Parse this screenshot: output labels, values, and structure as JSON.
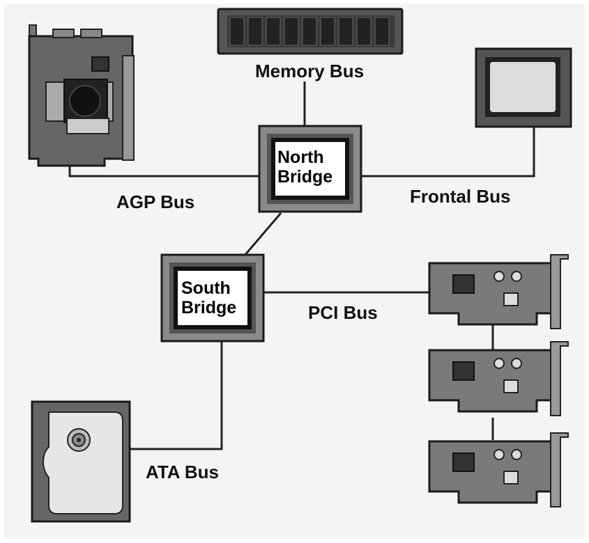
{
  "diagram": {
    "background": "#f4f4f4",
    "labels": {
      "memory_bus": "Memory Bus",
      "agp_bus": "AGP Bus",
      "frontal_bus": "Frontal Bus",
      "pci_bus": "PCI Bus",
      "ata_bus": "ATA Bus"
    },
    "north_bridge": {
      "line1": "North",
      "line2": "Bridge"
    },
    "south_bridge": {
      "line1": "South",
      "line2": "Bridge"
    },
    "icons": [
      "memory-module-icon",
      "agp-graphics-card-icon",
      "monitor-icon",
      "north-bridge-chip-icon",
      "south-bridge-chip-icon",
      "pci-card-icon",
      "hard-drive-icon"
    ]
  }
}
